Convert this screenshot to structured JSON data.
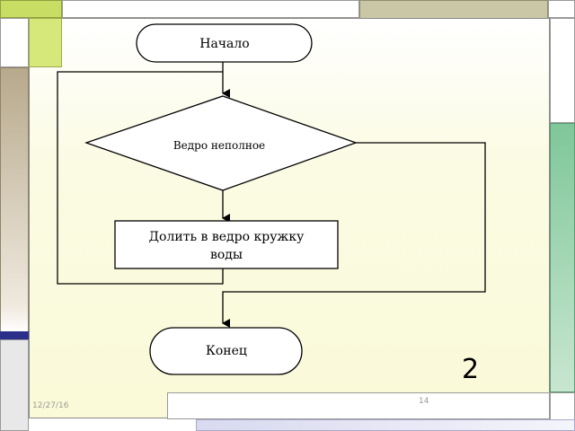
{
  "flowchart": {
    "start": "Начало",
    "condition": "Ведро неполное",
    "action_line1": "Долить в ведро кружку",
    "action_line2": "воды",
    "end": "Конец"
  },
  "slide": {
    "big_number": "2",
    "date": "12/27/16",
    "page_number": "14"
  }
}
